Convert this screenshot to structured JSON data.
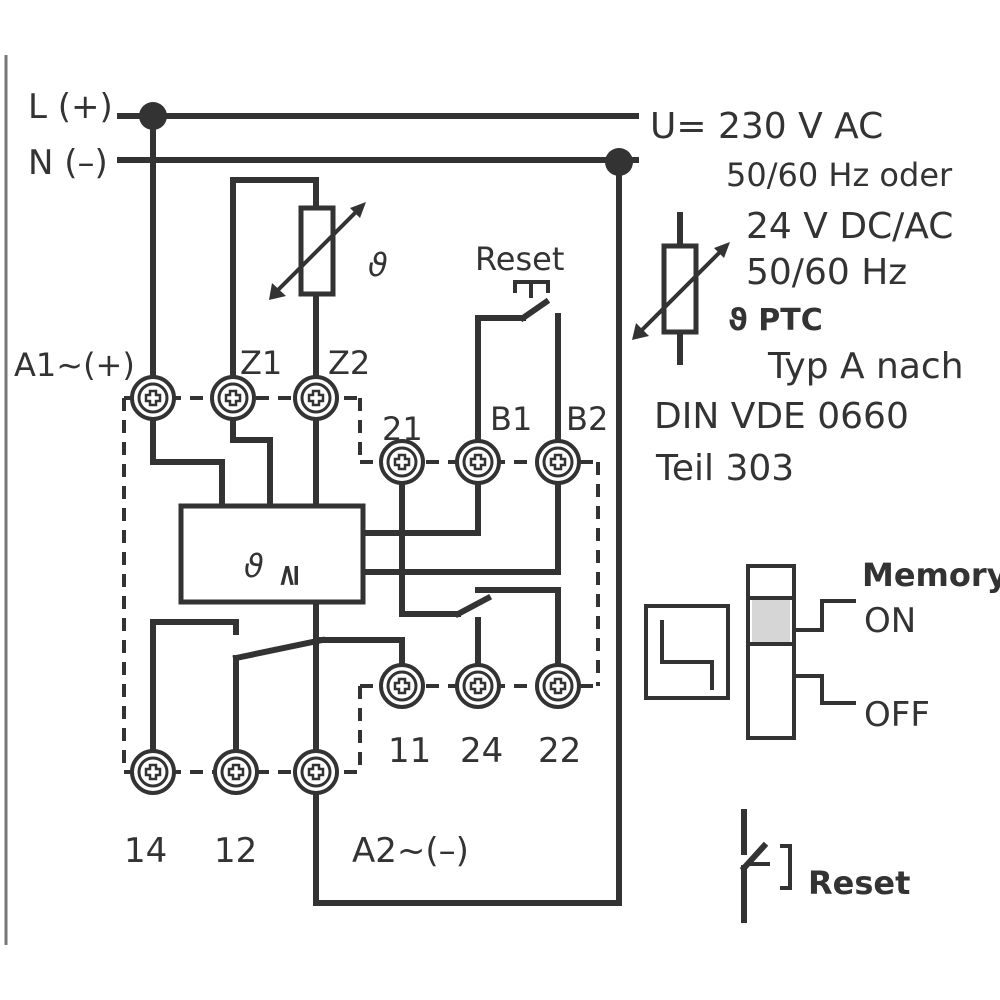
{
  "supply": {
    "l_label": "L (+)",
    "n_label": "N (–)",
    "voltage_line1": "U= 230 V AC",
    "voltage_line2": "50/60 Hz oder",
    "voltage_line3": "24 V DC/AC",
    "voltage_line4": "50/60 Hz"
  },
  "sensor": {
    "theta_symbol": "ϑ",
    "ptc_label": "ϑ PTC",
    "type_line1": "Typ A nach",
    "type_line2": "DIN VDE 0660",
    "type_line3": "Teil 303"
  },
  "terminals": {
    "a1": "A1~(+)",
    "z1": "Z1",
    "z2": "Z2",
    "t21": "21",
    "b1": "B1",
    "b2": "B2",
    "t11": "11",
    "t24": "24",
    "t22": "22",
    "t14": "14",
    "t12": "12",
    "a2": "A2~(–)"
  },
  "relay": {
    "symbol": "ϑ",
    "compare_symbol": "≥"
  },
  "reset_button": {
    "label": "Reset"
  },
  "memory": {
    "title": "Memory",
    "on_label": "ON",
    "off_label": "OFF"
  },
  "reset_legend": {
    "label": "Reset"
  }
}
